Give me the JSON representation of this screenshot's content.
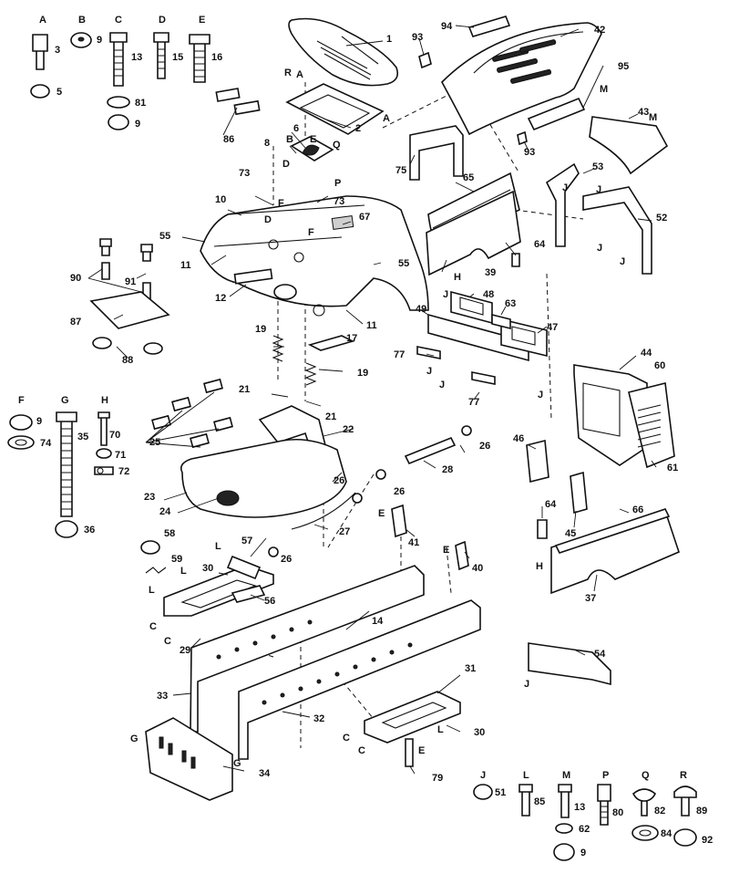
{
  "hardware_top": [
    {
      "letter": "A",
      "parts": [
        "3",
        "5"
      ]
    },
    {
      "letter": "B",
      "parts": [
        "9"
      ]
    },
    {
      "letter": "C",
      "parts": [
        "13",
        "81",
        "9"
      ]
    },
    {
      "letter": "D",
      "parts": [
        "15"
      ]
    },
    {
      "letter": "E",
      "parts": [
        "16"
      ]
    }
  ],
  "hardware_left": [
    {
      "letter": "F",
      "parts": [
        "9",
        "74"
      ]
    },
    {
      "letter": "G",
      "parts": [
        "35",
        "36"
      ]
    },
    {
      "letter": "H",
      "parts": [
        "70",
        "71",
        "72"
      ]
    }
  ],
  "hardware_bottom": [
    {
      "letter": "J",
      "parts": [
        "51"
      ]
    },
    {
      "letter": "L",
      "parts": [
        "85"
      ]
    },
    {
      "letter": "M",
      "parts": [
        "13",
        "62",
        "9"
      ]
    },
    {
      "letter": "P",
      "parts": [
        "80"
      ]
    },
    {
      "letter": "Q",
      "parts": [
        "82",
        "84"
      ]
    },
    {
      "letter": "R",
      "parts": [
        "89",
        "92"
      ]
    }
  ],
  "callouts": [
    "1",
    "2",
    "6",
    "8",
    "10",
    "11",
    "11",
    "12",
    "14",
    "17",
    "19",
    "19",
    "21",
    "21",
    "22",
    "23",
    "24",
    "25",
    "26",
    "26",
    "26",
    "26",
    "27",
    "28",
    "29",
    "30",
    "30",
    "31",
    "32",
    "33",
    "34",
    "37",
    "39",
    "40",
    "41",
    "42",
    "43",
    "44",
    "45",
    "46",
    "47",
    "48",
    "49",
    "52",
    "53",
    "54",
    "55",
    "55",
    "56",
    "57",
    "58",
    "59",
    "60",
    "61",
    "63",
    "64",
    "64",
    "65",
    "66",
    "67",
    "73",
    "73",
    "75",
    "77",
    "77",
    "79",
    "86",
    "87",
    "88",
    "90",
    "91",
    "93",
    "93",
    "94",
    "95"
  ],
  "ref_letters": [
    "A",
    "A",
    "R",
    "P",
    "Q",
    "B",
    "E",
    "D",
    "D",
    "F",
    "F",
    "L",
    "L",
    "L",
    "L",
    "C",
    "C",
    "C",
    "C",
    "G",
    "G",
    "E",
    "E",
    "E",
    "H",
    "H",
    "J",
    "J",
    "J",
    "J",
    "J",
    "J",
    "J",
    "J",
    "J",
    "M",
    "M"
  ]
}
